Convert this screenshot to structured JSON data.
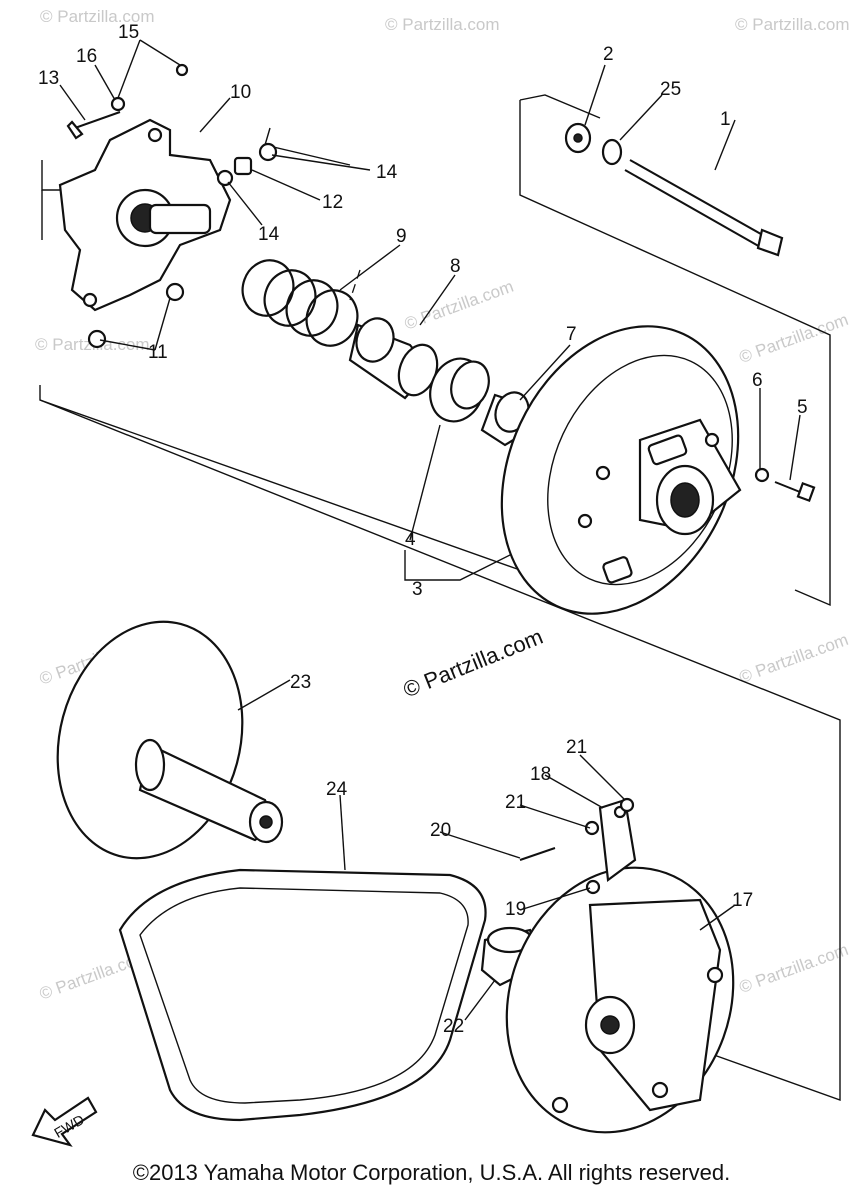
{
  "diagram": {
    "part_numbers": {
      "p1": "1",
      "p2": "2",
      "p3": "3",
      "p4": "4",
      "p5": "5",
      "p6": "6",
      "p7": "7",
      "p8": "8",
      "p9": "9",
      "p10": "10",
      "p11": "11",
      "p12": "12",
      "p13": "13",
      "p14a": "14",
      "p14b": "14",
      "p15": "15",
      "p16": "16",
      "p17": "17",
      "p18": "18",
      "p19": "19",
      "p20": "20",
      "p21a": "21",
      "p21b": "21",
      "p22": "22",
      "p23": "23",
      "p24": "24",
      "p25": "25"
    },
    "fwd_label": "FWD",
    "center_watermark": "© Partzilla.com",
    "watermark": "© Partzilla.com"
  },
  "footer": {
    "copyright": "©2013 Yamaha Motor Corporation, U.S.A. All rights reserved."
  }
}
